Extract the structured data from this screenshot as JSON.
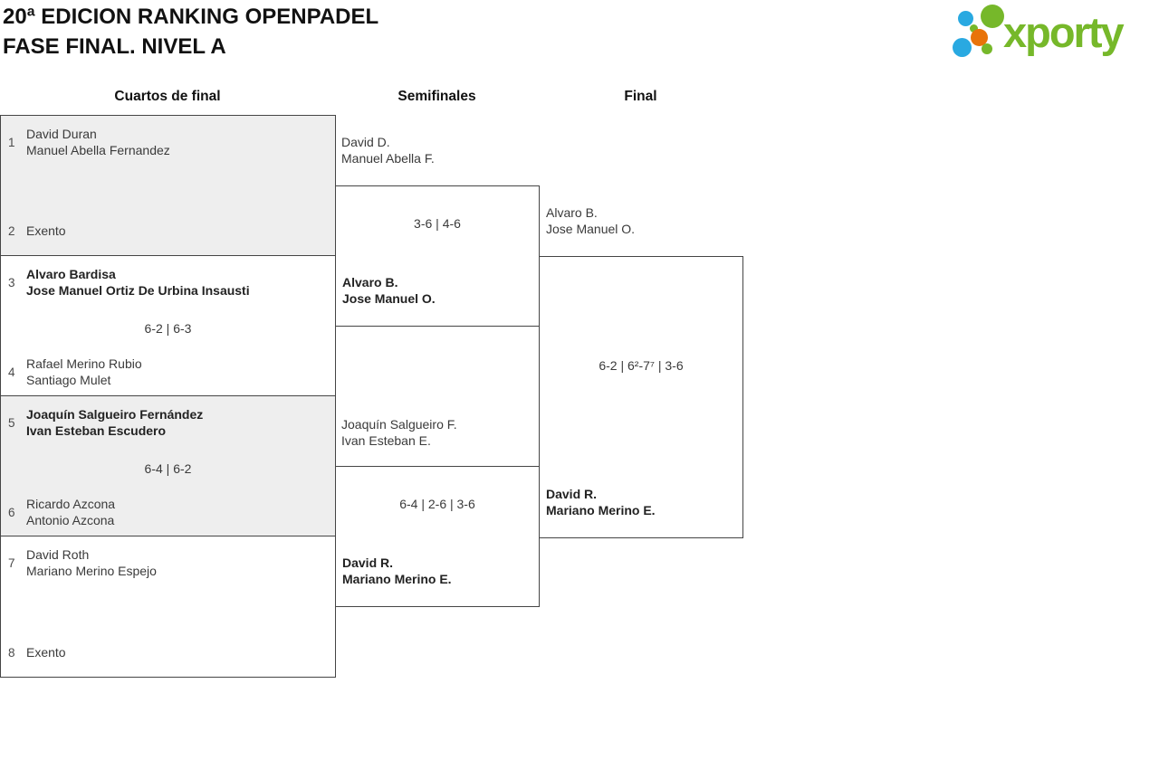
{
  "header": {
    "title_lines": [
      "20ª EDICION RANKING OPENPADEL",
      "FASE FINAL. NIVEL A"
    ],
    "logo_text": "xporty"
  },
  "rounds": [
    "Cuartos de final",
    "Semifinales",
    "Final"
  ],
  "qf": [
    {
      "seed_top": "1",
      "team_top": [
        "David Duran",
        "Manuel Abella Fernandez"
      ],
      "top_winner": false,
      "score": "",
      "seed_bottom": "2",
      "team_bottom": [
        "Exento"
      ],
      "bottom_winner": false
    },
    {
      "seed_top": "3",
      "team_top": [
        "Alvaro Bardisa",
        "Jose Manuel Ortiz De Urbina Insausti"
      ],
      "top_winner": true,
      "score": "6-2 | 6-3",
      "seed_bottom": "4",
      "team_bottom": [
        "Rafael Merino Rubio",
        "Santiago Mulet"
      ],
      "bottom_winner": false
    },
    {
      "seed_top": "5",
      "team_top": [
        "Joaquín Salgueiro Fernández",
        "Ivan Esteban Escudero"
      ],
      "top_winner": true,
      "score": "6-4 | 6-2",
      "seed_bottom": "6",
      "team_bottom": [
        "Ricardo Azcona",
        "Antonio Azcona"
      ],
      "bottom_winner": false
    },
    {
      "seed_top": "7",
      "team_top": [
        "David Roth",
        "Mariano Merino Espejo"
      ],
      "top_winner": false,
      "score": "",
      "seed_bottom": "8",
      "team_bottom": [
        "Exento"
      ],
      "bottom_winner": false
    }
  ],
  "sf": [
    {
      "team_top": [
        "David D.",
        "Manuel Abella F."
      ],
      "top_winner": false,
      "score": "3-6 | 4-6",
      "team_bottom": [
        "Alvaro B.",
        "Jose Manuel O."
      ],
      "bottom_winner": true
    },
    {
      "team_top": [
        "Joaquín Salgueiro F.",
        "Ivan Esteban E."
      ],
      "top_winner": false,
      "score": "6-4 | 2-6 | 3-6",
      "team_bottom": [
        "David R.",
        "Mariano Merino E."
      ],
      "bottom_winner": true
    }
  ],
  "final": {
    "team_top": [
      "Alvaro B.",
      "Jose Manuel O."
    ],
    "top_winner": false,
    "score": "6-2 | 6²-7⁷ | 3-6",
    "team_bottom": [
      "David R.",
      "Mariano Merino E."
    ],
    "bottom_winner": true
  },
  "colors": {
    "accent_green": "#76b82a",
    "accent_blue": "#29a9e1",
    "accent_orange": "#e8730a",
    "box_shaded": "#eeeeee",
    "border": "#454545"
  }
}
